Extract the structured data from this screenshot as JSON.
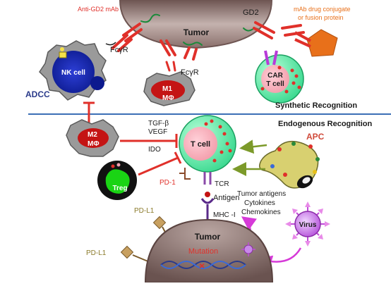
{
  "top": {
    "tumor": "Tumor",
    "gd2": "GD2",
    "anti_gd2": "Anti-GD2 mAb",
    "conjugate_line1": "mAb drug conjugate",
    "conjugate_line2": "or fusion protein"
  },
  "cells": {
    "nk": "NK cell",
    "m1_line1": "M1",
    "m1_line2": "MΦ",
    "m2_line1": "M2",
    "m2_line2": "MΦ",
    "car_line1": "CAR",
    "car_line2": "T cell",
    "t_cell": "T cell",
    "treg": "Treg",
    "apc": "APC",
    "virus": "Virus"
  },
  "labels": {
    "fcgr1": "FcγR",
    "fcgr2": "FcγR",
    "adcc": "ADCC",
    "synthetic": "Synthetic Recognition",
    "endogenous": "Endogenous Recognition",
    "tgf": "TGF-β",
    "vegf": "VEGF",
    "ido": "IDO",
    "pd1": "PD-1",
    "tcr": "TCR",
    "antigen": "Antigen",
    "mhc": "MHC -I",
    "pdl1_a": "PD-L1",
    "pdl1_b": "PD-L1",
    "tumor_antigens": "Tumor antigens",
    "cytokines": "Cytokines",
    "chemokines": "Chemokines",
    "bottom_tumor": "Tumor",
    "mutation": "Mutation"
  },
  "colors": {
    "divider": "#3b6fb6",
    "tumor": "#8a6a66",
    "red_text": "#e0302a",
    "orange_text": "#e8701a",
    "apc_text": "#d04a3a"
  }
}
